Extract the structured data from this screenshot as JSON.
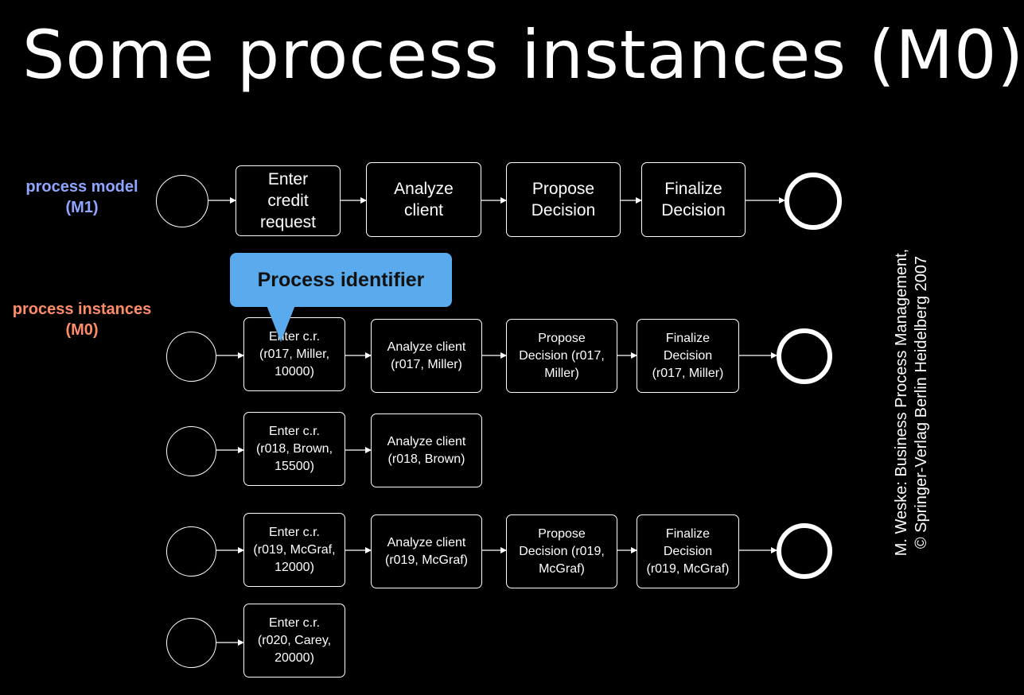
{
  "title": "Some process instances (M0)",
  "labels": {
    "model": "process model\n(M1)",
    "instances": "process instances\n(M0)"
  },
  "callout": "Process identifier",
  "credit": {
    "line1": "M. Weske: Business Process Management,",
    "line2": "© Springer-Verlag Berlin Heidelberg 2007"
  },
  "model": {
    "tasks": [
      "Enter\ncredit\nrequest",
      "Analyze\nclient",
      "Propose\nDecision",
      "Finalize\nDecision"
    ]
  },
  "instances": [
    {
      "tasks": [
        "Enter c.r.\n(r017, Miller,\n10000)",
        "Analyze client\n(r017, Miller)",
        "Propose\nDecision (r017,\nMiller)",
        "Finalize\nDecision\n(r017, Miller)"
      ]
    },
    {
      "tasks": [
        "Enter c.r.\n(r018, Brown,\n15500)",
        "Analyze client\n(r018, Brown)"
      ]
    },
    {
      "tasks": [
        "Enter c.r.\n(r019, McGraf,\n12000)",
        "Analyze client\n(r019, McGraf)",
        "Propose\nDecision (r019,\nMcGraf)",
        "Finalize\nDecision\n(r019, McGraf)"
      ]
    },
    {
      "tasks": [
        "Enter c.r.\n(r020, Carey,\n20000)"
      ]
    }
  ]
}
